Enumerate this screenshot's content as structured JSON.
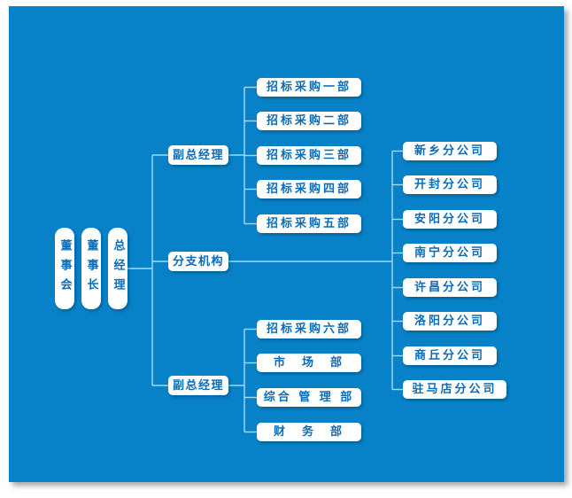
{
  "colors": {
    "background": "#0782c8",
    "box_background": "#ffffff",
    "box_text": "#0a6cb8",
    "connector_line": "#a5daf4"
  },
  "org": {
    "governance": [
      {
        "label": "董事会"
      },
      {
        "label": "董事长"
      },
      {
        "label": "总经理"
      }
    ],
    "level2": [
      {
        "label": "副总经理"
      },
      {
        "label": "分支机构"
      },
      {
        "label": "副总经理"
      }
    ],
    "procurement": [
      {
        "label": "招标采购一部"
      },
      {
        "label": "招标采购二部"
      },
      {
        "label": "招标采购三部"
      },
      {
        "label": "招标采购四部"
      },
      {
        "label": "招标采购五部"
      }
    ],
    "branches": [
      {
        "label": "新乡分公司"
      },
      {
        "label": "开封分公司"
      },
      {
        "label": "安阳分公司"
      },
      {
        "label": "南宁分公司"
      },
      {
        "label": "许昌分公司"
      },
      {
        "label": "洛阳分公司"
      },
      {
        "label": "商丘分公司"
      },
      {
        "label": "驻马店分公司"
      }
    ],
    "admin": [
      {
        "label": "招标采购六部"
      },
      {
        "label": "市　场　部"
      },
      {
        "label": "综合 管 理 部"
      },
      {
        "label": "财　务　部"
      }
    ]
  }
}
